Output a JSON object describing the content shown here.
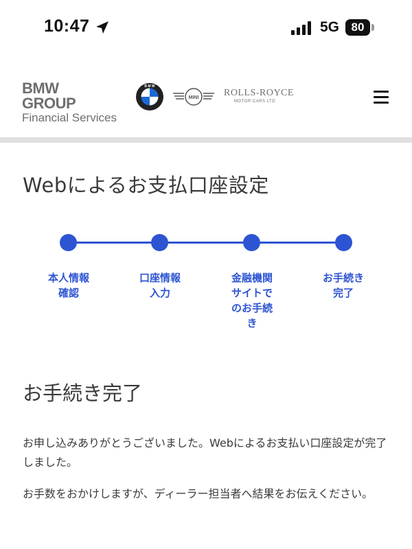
{
  "status_bar": {
    "time": "10:47",
    "network": "5G",
    "battery": "80"
  },
  "header": {
    "brand_line1": "BMW",
    "brand_line2": "GROUP",
    "brand_sub": "Financial Services",
    "bmw_logo_text": "B M W",
    "mini_logo_text": "MINI",
    "rr_title": "ROLLS-ROYCE",
    "rr_sub": "MOTOR CARS LTD"
  },
  "page": {
    "title": "Webによるお支払口座設定"
  },
  "stepper": {
    "color": "#2d54d2",
    "steps": [
      {
        "label": "本人情報\n確認"
      },
      {
        "label": "口座情報\n入力"
      },
      {
        "label": "金融機関\nサイトで\nのお手続\nき"
      },
      {
        "label": "お手続き\n完了"
      }
    ]
  },
  "completion": {
    "title": "お手続き完了",
    "paragraph1": "お申し込みありがとうございました。Webによるお支払い口座設定が完了しました。",
    "paragraph2": "お手数をおかけしますが、ディーラー担当者へ結果をお伝えください。"
  }
}
